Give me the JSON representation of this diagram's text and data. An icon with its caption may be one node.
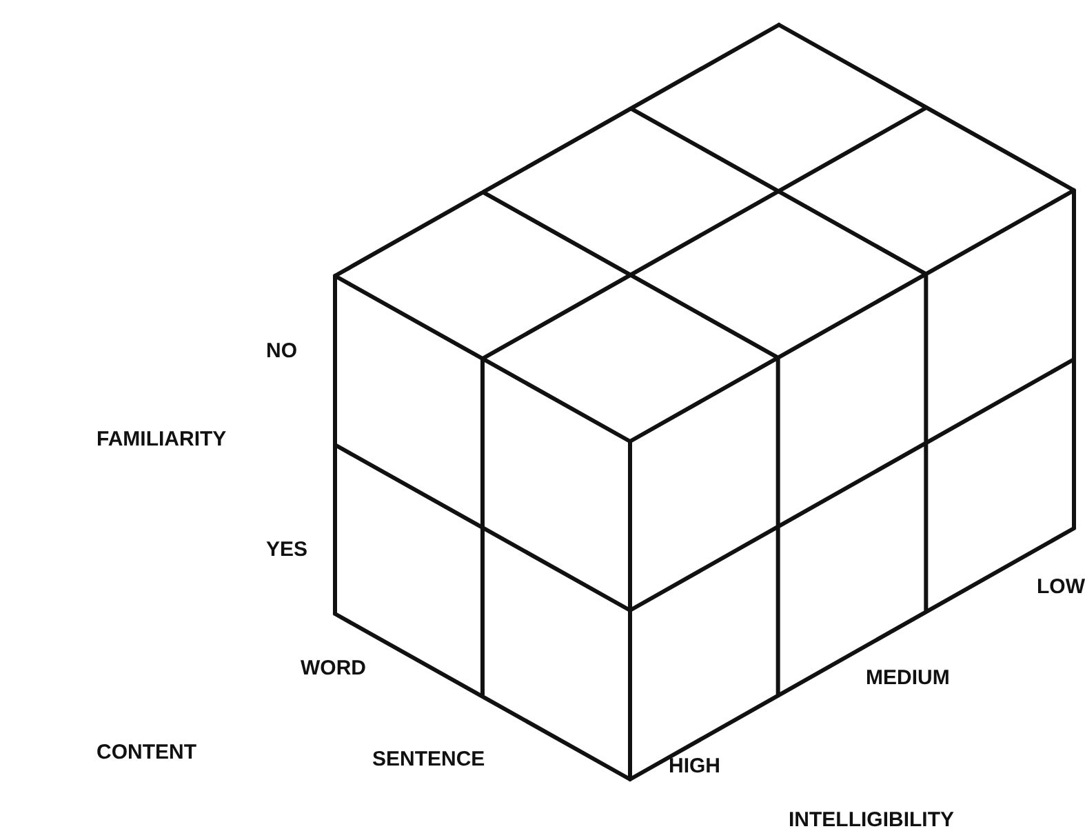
{
  "diagram": {
    "labels": [
      "NO",
      "FAMILIARITY",
      "YES",
      "LOW",
      "WORD",
      "MEDIUM",
      "CONTENT",
      "SENTENCE",
      "HIGH",
      "INTELLIGIBILITY"
    ]
  }
}
